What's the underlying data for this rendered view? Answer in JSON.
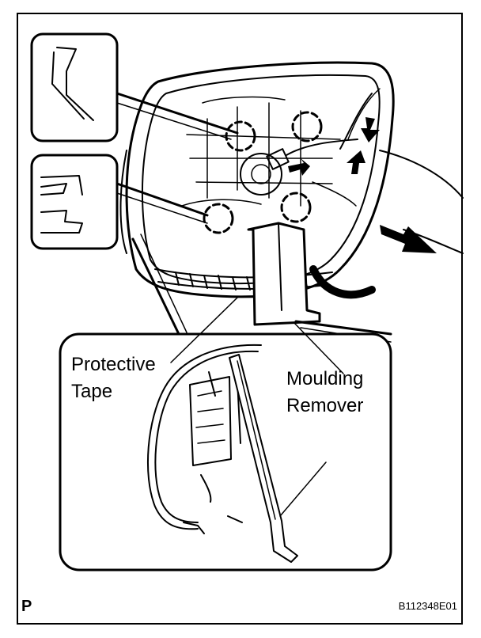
{
  "labels": {
    "protective_tape_line1": "Protective",
    "protective_tape_line2": "Tape",
    "moulding_remover_line1": "Moulding",
    "moulding_remover_line2": "Remover"
  },
  "footer": {
    "section_letter": "P",
    "figure_code": "B112348E01"
  },
  "colors": {
    "ink": "#000000",
    "paper": "#ffffff"
  }
}
